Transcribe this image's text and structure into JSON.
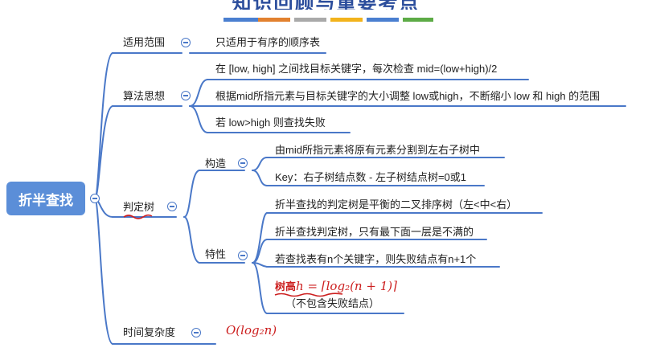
{
  "header": {
    "title": "知识回顾与重要考点",
    "color_bars": [
      "#4a7fd0",
      "#e2812f",
      "#a9a9a9",
      "#f2b31c",
      "#4a7fd0",
      "#5dab46"
    ]
  },
  "root": {
    "label": "折半查找"
  },
  "branches": {
    "scope": {
      "label": "适用范围",
      "items": [
        "只适用于有序的顺序表"
      ]
    },
    "idea": {
      "label": "算法思想",
      "items": [
        "在 [low, high] 之间找目标关键字，每次检查 mid=(low+high)/2",
        "根据mid所指元素与目标关键字的大小调整 low或high，不断缩小 low 和 high 的范围",
        "若 low>high 则查找失败"
      ]
    },
    "tree": {
      "label": "判定树",
      "construct": {
        "label": "构造",
        "items": [
          "由mid所指元素将原有元素分割到左右子树中",
          "Key：右子树结点数 - 左子树结点树=0或1"
        ]
      },
      "property": {
        "label": "特性",
        "items": [
          "折半查找的判定树是平衡的二叉排序树（左<中<右）",
          "折半查找判定树，只有最下面一层是不满的",
          "若查找表有n个关键字，则失败结点有n+1个"
        ],
        "height_prefix": "树高",
        "height_formula": "h = ⌈log₂(n + 1)⌉",
        "height_note": "（不包含失败结点）"
      }
    },
    "complexity": {
      "label": "时间复杂度",
      "formula": "O(log₂n)"
    }
  },
  "colors": {
    "line": "#4a78c8",
    "root_fill": "#5b8ed8",
    "annotation": "#cc1f1f"
  }
}
